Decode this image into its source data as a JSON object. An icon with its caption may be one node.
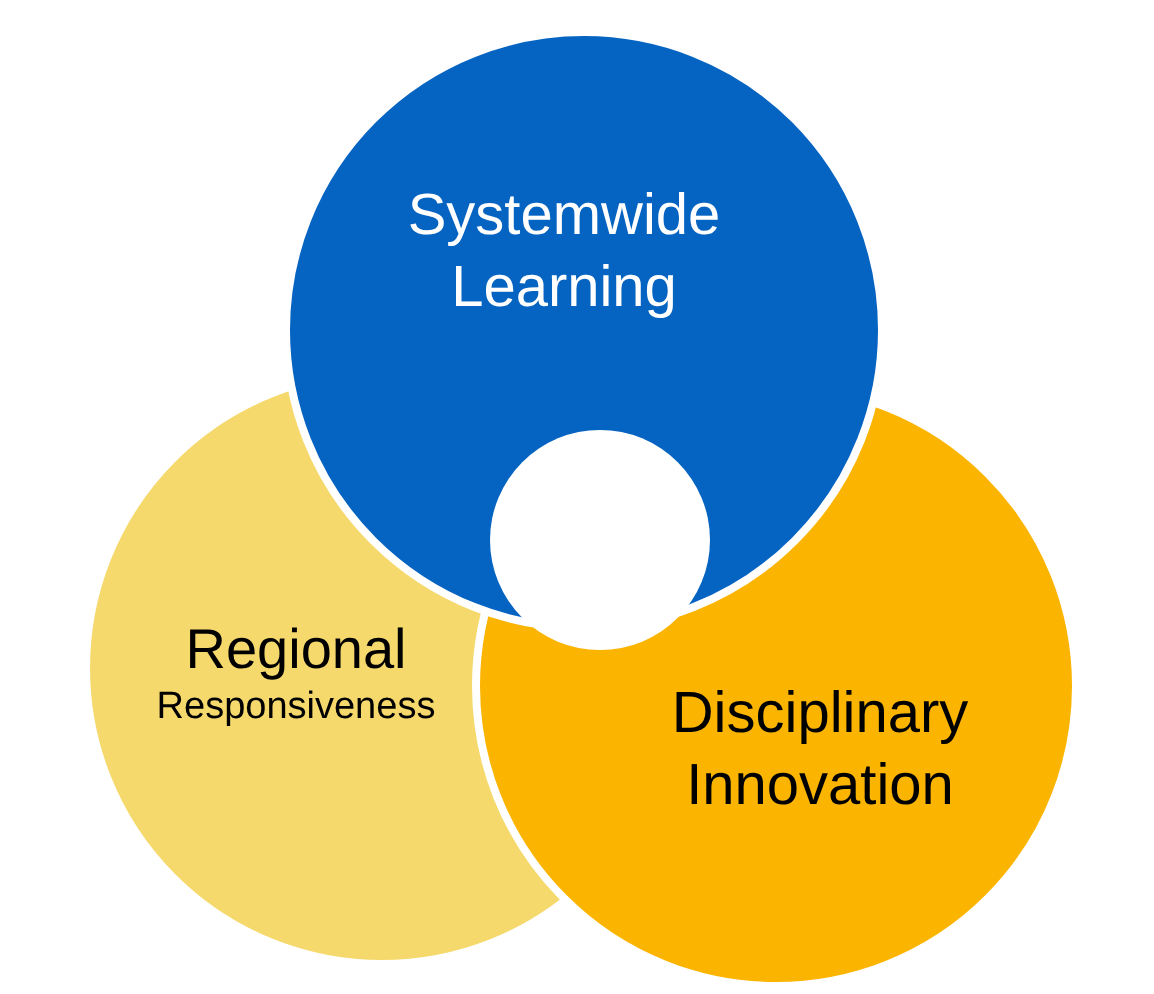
{
  "diagram": {
    "nodes": [
      {
        "text": [
          "Systemwide Learning"
        ]
      },
      {
        "text": [
          "Regional",
          "Responsiveness"
        ]
      },
      {
        "text": [
          "Disciplinary Innovation"
        ]
      }
    ]
  }
}
